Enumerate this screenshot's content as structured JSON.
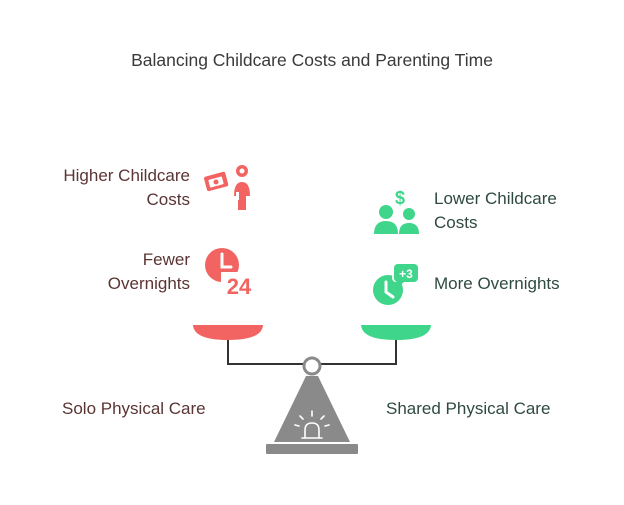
{
  "title": "Balancing Childcare Costs and Parenting Time",
  "left": {
    "items": [
      {
        "label_line1": "Higher Childcare",
        "label_line2": "Costs",
        "icon": "money-person-icon"
      },
      {
        "label_line1": "Fewer",
        "label_line2": "Overnights",
        "icon": "clock-24-icon"
      }
    ],
    "base_label": "Solo Physical Care",
    "color": "#f26461"
  },
  "right": {
    "items": [
      {
        "label_line1": "Lower Childcare",
        "label_line2": "Costs",
        "icon": "people-dollar-icon"
      },
      {
        "label_line1": "More Overnights",
        "icon": "clock-plus-icon",
        "icon_badge": "+3"
      }
    ],
    "base_label": "Shared Physical Care",
    "color": "#3fd68c"
  },
  "scale_color": "#8a8a8a",
  "icon_texts": {
    "clock_24": "24"
  }
}
